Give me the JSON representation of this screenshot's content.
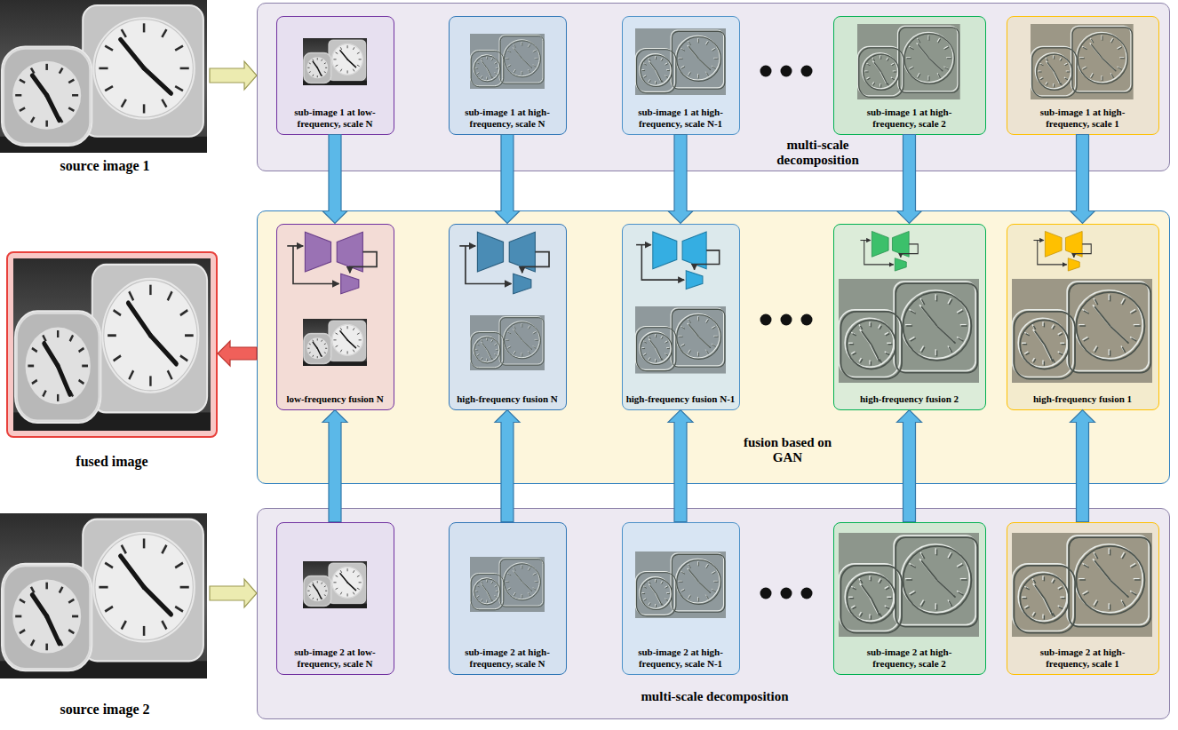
{
  "diagram": {
    "nodes": [
      {
        "text": [
          "source image 1"
        ]
      },
      {
        "text": [
          "multi-scale decomposition"
        ]
      },
      {
        "text": [
          "sub-image 1 at low-frequency, scale N"
        ],
        "in": 1
      },
      {
        "text": [
          "sub-image 1 at high-frequency, scale N"
        ],
        "in": 1
      },
      {
        "text": [
          "sub-image 1 at high-frequency, scale N-1"
        ],
        "in": 1
      },
      {
        "text": [
          "sub-image 1 at high-frequency, scale 2"
        ],
        "in": 1
      },
      {
        "text": [
          "sub-image 1 at high-frequency, scale 1"
        ],
        "in": 1
      },
      {
        "text": [
          "fused image"
        ]
      },
      {
        "text": [
          "fusion based on GAN"
        ]
      },
      {
        "text": [
          "low-frequency fusion N"
        ],
        "in": 8
      },
      {
        "text": [
          "high-frequency fusion N"
        ],
        "in": 8
      },
      {
        "text": [
          "high-frequency fusion N-1"
        ],
        "in": 8
      },
      {
        "text": [
          "high-frequency fusion 2"
        ],
        "in": 8
      },
      {
        "text": [
          "high-frequency fusion 1"
        ],
        "in": 8
      },
      {
        "text": [
          "source image 2"
        ]
      },
      {
        "text": [
          "multi-scale decomposition"
        ]
      },
      {
        "text": [
          "sub-image 2 at low-frequency, scale N"
        ],
        "in": 15
      },
      {
        "text": [
          "sub-image 2 at high-frequency, scale N"
        ],
        "in": 15
      },
      {
        "text": [
          "sub-image 2 at high-frequency, scale N-1"
        ],
        "in": 15
      },
      {
        "text": [
          "sub-image 2 at high-frequency, scale 2"
        ],
        "in": 15
      },
      {
        "text": [
          "sub-image 2 at high-frequency, scale 1"
        ],
        "in": 15
      }
    ],
    "edges": [
      {
        "from": 0,
        "to": 1,
        "arrow": "to"
      },
      {
        "from": 2,
        "to": 9,
        "arrow": "to"
      },
      {
        "from": 3,
        "to": 10,
        "arrow": "to"
      },
      {
        "from": 4,
        "to": 11,
        "arrow": "to"
      },
      {
        "from": 5,
        "to": 12,
        "arrow": "to"
      },
      {
        "from": 6,
        "to": 13,
        "arrow": "to"
      },
      {
        "from": 8,
        "to": 7,
        "arrow": "to"
      },
      {
        "from": 16,
        "to": 9,
        "arrow": "to"
      },
      {
        "from": 17,
        "to": 10,
        "arrow": "to"
      },
      {
        "from": 18,
        "to": 11,
        "arrow": "to"
      },
      {
        "from": 19,
        "to": 12,
        "arrow": "to"
      },
      {
        "from": 20,
        "to": 13,
        "arrow": "to"
      },
      {
        "from": 14,
        "to": 15,
        "arrow": "to"
      }
    ]
  }
}
